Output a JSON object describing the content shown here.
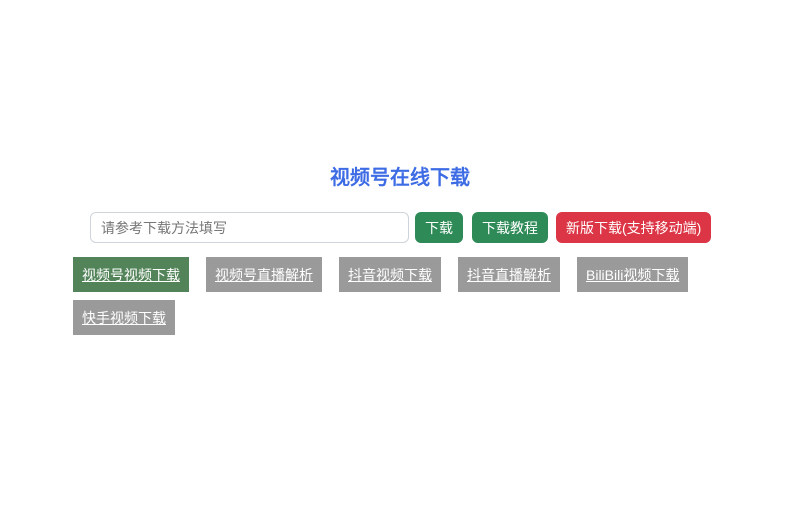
{
  "page": {
    "title": "视频号在线下载"
  },
  "colors": {
    "title_blue": "#3e6ce5",
    "button_green": "#2e8b57",
    "button_red": "#dc3545",
    "tab_active_green": "#538459",
    "tab_inactive_gray": "#9a9a9a",
    "input_border": "#ced4da"
  },
  "form": {
    "input_placeholder": "请参考下载方法填写",
    "input_value": "",
    "buttons": [
      {
        "label": "下载",
        "color": "green"
      },
      {
        "label": "下载教程",
        "color": "green"
      },
      {
        "label": "新版下载(支持移动端)",
        "color": "red"
      }
    ]
  },
  "tabs": [
    {
      "label": "视频号视频下载",
      "active": true
    },
    {
      "label": "视频号直播解析",
      "active": false
    },
    {
      "label": "抖音视频下载",
      "active": false
    },
    {
      "label": "抖音直播解析",
      "active": false
    },
    {
      "label": "BiliBili视频下载",
      "active": false
    },
    {
      "label": "快手视频下载",
      "active": false
    }
  ]
}
